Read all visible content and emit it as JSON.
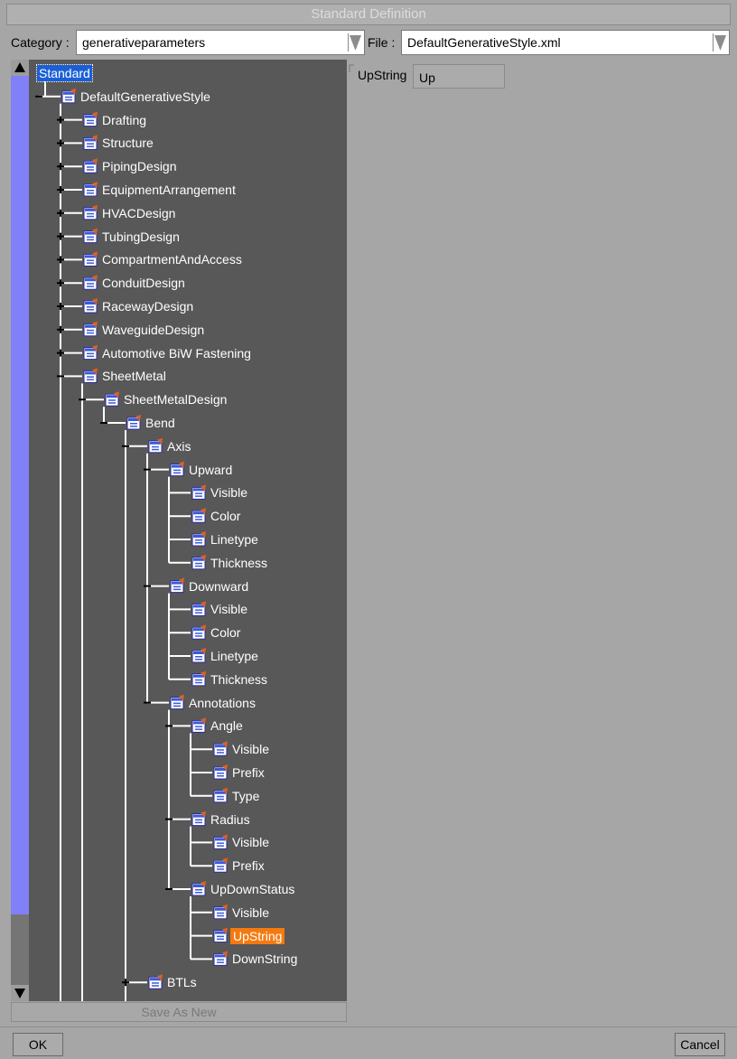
{
  "window": {
    "title": "Standard Definition"
  },
  "category": {
    "label": "Category :",
    "value": "generativeparameters"
  },
  "file": {
    "label": "File :",
    "value": "DefaultGenerativeStyle.xml"
  },
  "tree": {
    "nodes": [
      {
        "label": "Standard",
        "depth": 0,
        "expander": "none",
        "selected": "focus"
      },
      {
        "label": "DefaultGenerativeStyle",
        "depth": 1,
        "expander": "minus"
      },
      {
        "label": "Drafting",
        "depth": 2,
        "expander": "plus"
      },
      {
        "label": "Structure",
        "depth": 2,
        "expander": "plus"
      },
      {
        "label": "PipingDesign",
        "depth": 2,
        "expander": "plus"
      },
      {
        "label": "EquipmentArrangement",
        "depth": 2,
        "expander": "plus"
      },
      {
        "label": "HVACDesign",
        "depth": 2,
        "expander": "plus"
      },
      {
        "label": "TubingDesign",
        "depth": 2,
        "expander": "plus"
      },
      {
        "label": "CompartmentAndAccess",
        "depth": 2,
        "expander": "plus"
      },
      {
        "label": "ConduitDesign",
        "depth": 2,
        "expander": "plus"
      },
      {
        "label": "RacewayDesign",
        "depth": 2,
        "expander": "plus"
      },
      {
        "label": "WaveguideDesign",
        "depth": 2,
        "expander": "plus"
      },
      {
        "label": "Automotive BiW Fastening",
        "depth": 2,
        "expander": "plus"
      },
      {
        "label": "SheetMetal",
        "depth": 2,
        "expander": "minus"
      },
      {
        "label": "SheetMetalDesign",
        "depth": 3,
        "expander": "minus"
      },
      {
        "label": "Bend",
        "depth": 4,
        "expander": "minus"
      },
      {
        "label": "Axis",
        "depth": 5,
        "expander": "minus"
      },
      {
        "label": "Upward",
        "depth": 6,
        "expander": "minus"
      },
      {
        "label": "Visible",
        "depth": 7,
        "expander": "none"
      },
      {
        "label": "Color",
        "depth": 7,
        "expander": "none"
      },
      {
        "label": "Linetype",
        "depth": 7,
        "expander": "none"
      },
      {
        "label": "Thickness",
        "depth": 7,
        "expander": "none"
      },
      {
        "label": "Downward",
        "depth": 6,
        "expander": "minus"
      },
      {
        "label": "Visible",
        "depth": 7,
        "expander": "none"
      },
      {
        "label": "Color",
        "depth": 7,
        "expander": "none"
      },
      {
        "label": "Linetype",
        "depth": 7,
        "expander": "none"
      },
      {
        "label": "Thickness",
        "depth": 7,
        "expander": "none"
      },
      {
        "label": "Annotations",
        "depth": 6,
        "expander": "minus"
      },
      {
        "label": "Angle",
        "depth": 7,
        "expander": "minus"
      },
      {
        "label": "Visible",
        "depth": 8,
        "expander": "none"
      },
      {
        "label": "Prefix",
        "depth": 8,
        "expander": "none"
      },
      {
        "label": "Type",
        "depth": 8,
        "expander": "none"
      },
      {
        "label": "Radius",
        "depth": 7,
        "expander": "minus"
      },
      {
        "label": "Visible",
        "depth": 8,
        "expander": "none"
      },
      {
        "label": "Prefix",
        "depth": 8,
        "expander": "none"
      },
      {
        "label": "UpDownStatus",
        "depth": 7,
        "expander": "minus"
      },
      {
        "label": "Visible",
        "depth": 8,
        "expander": "none"
      },
      {
        "label": "UpString",
        "depth": 8,
        "expander": "none",
        "selected": "active"
      },
      {
        "label": "DownString",
        "depth": 8,
        "expander": "none"
      },
      {
        "label": "BTLs",
        "depth": 5,
        "expander": "plus"
      }
    ]
  },
  "save_as_new": {
    "label": "Save As New"
  },
  "detail": {
    "param_label": "UpString",
    "param_value": "Up"
  },
  "buttons": {
    "ok": "OK",
    "cancel": "Cancel"
  },
  "colors": {
    "window_bg": "#a6a6a6",
    "tree_bg": "#585858",
    "scroll_thumb": "#8080f8",
    "focus_selection": "#1a5fd6",
    "active_selection": "#f47a10"
  }
}
